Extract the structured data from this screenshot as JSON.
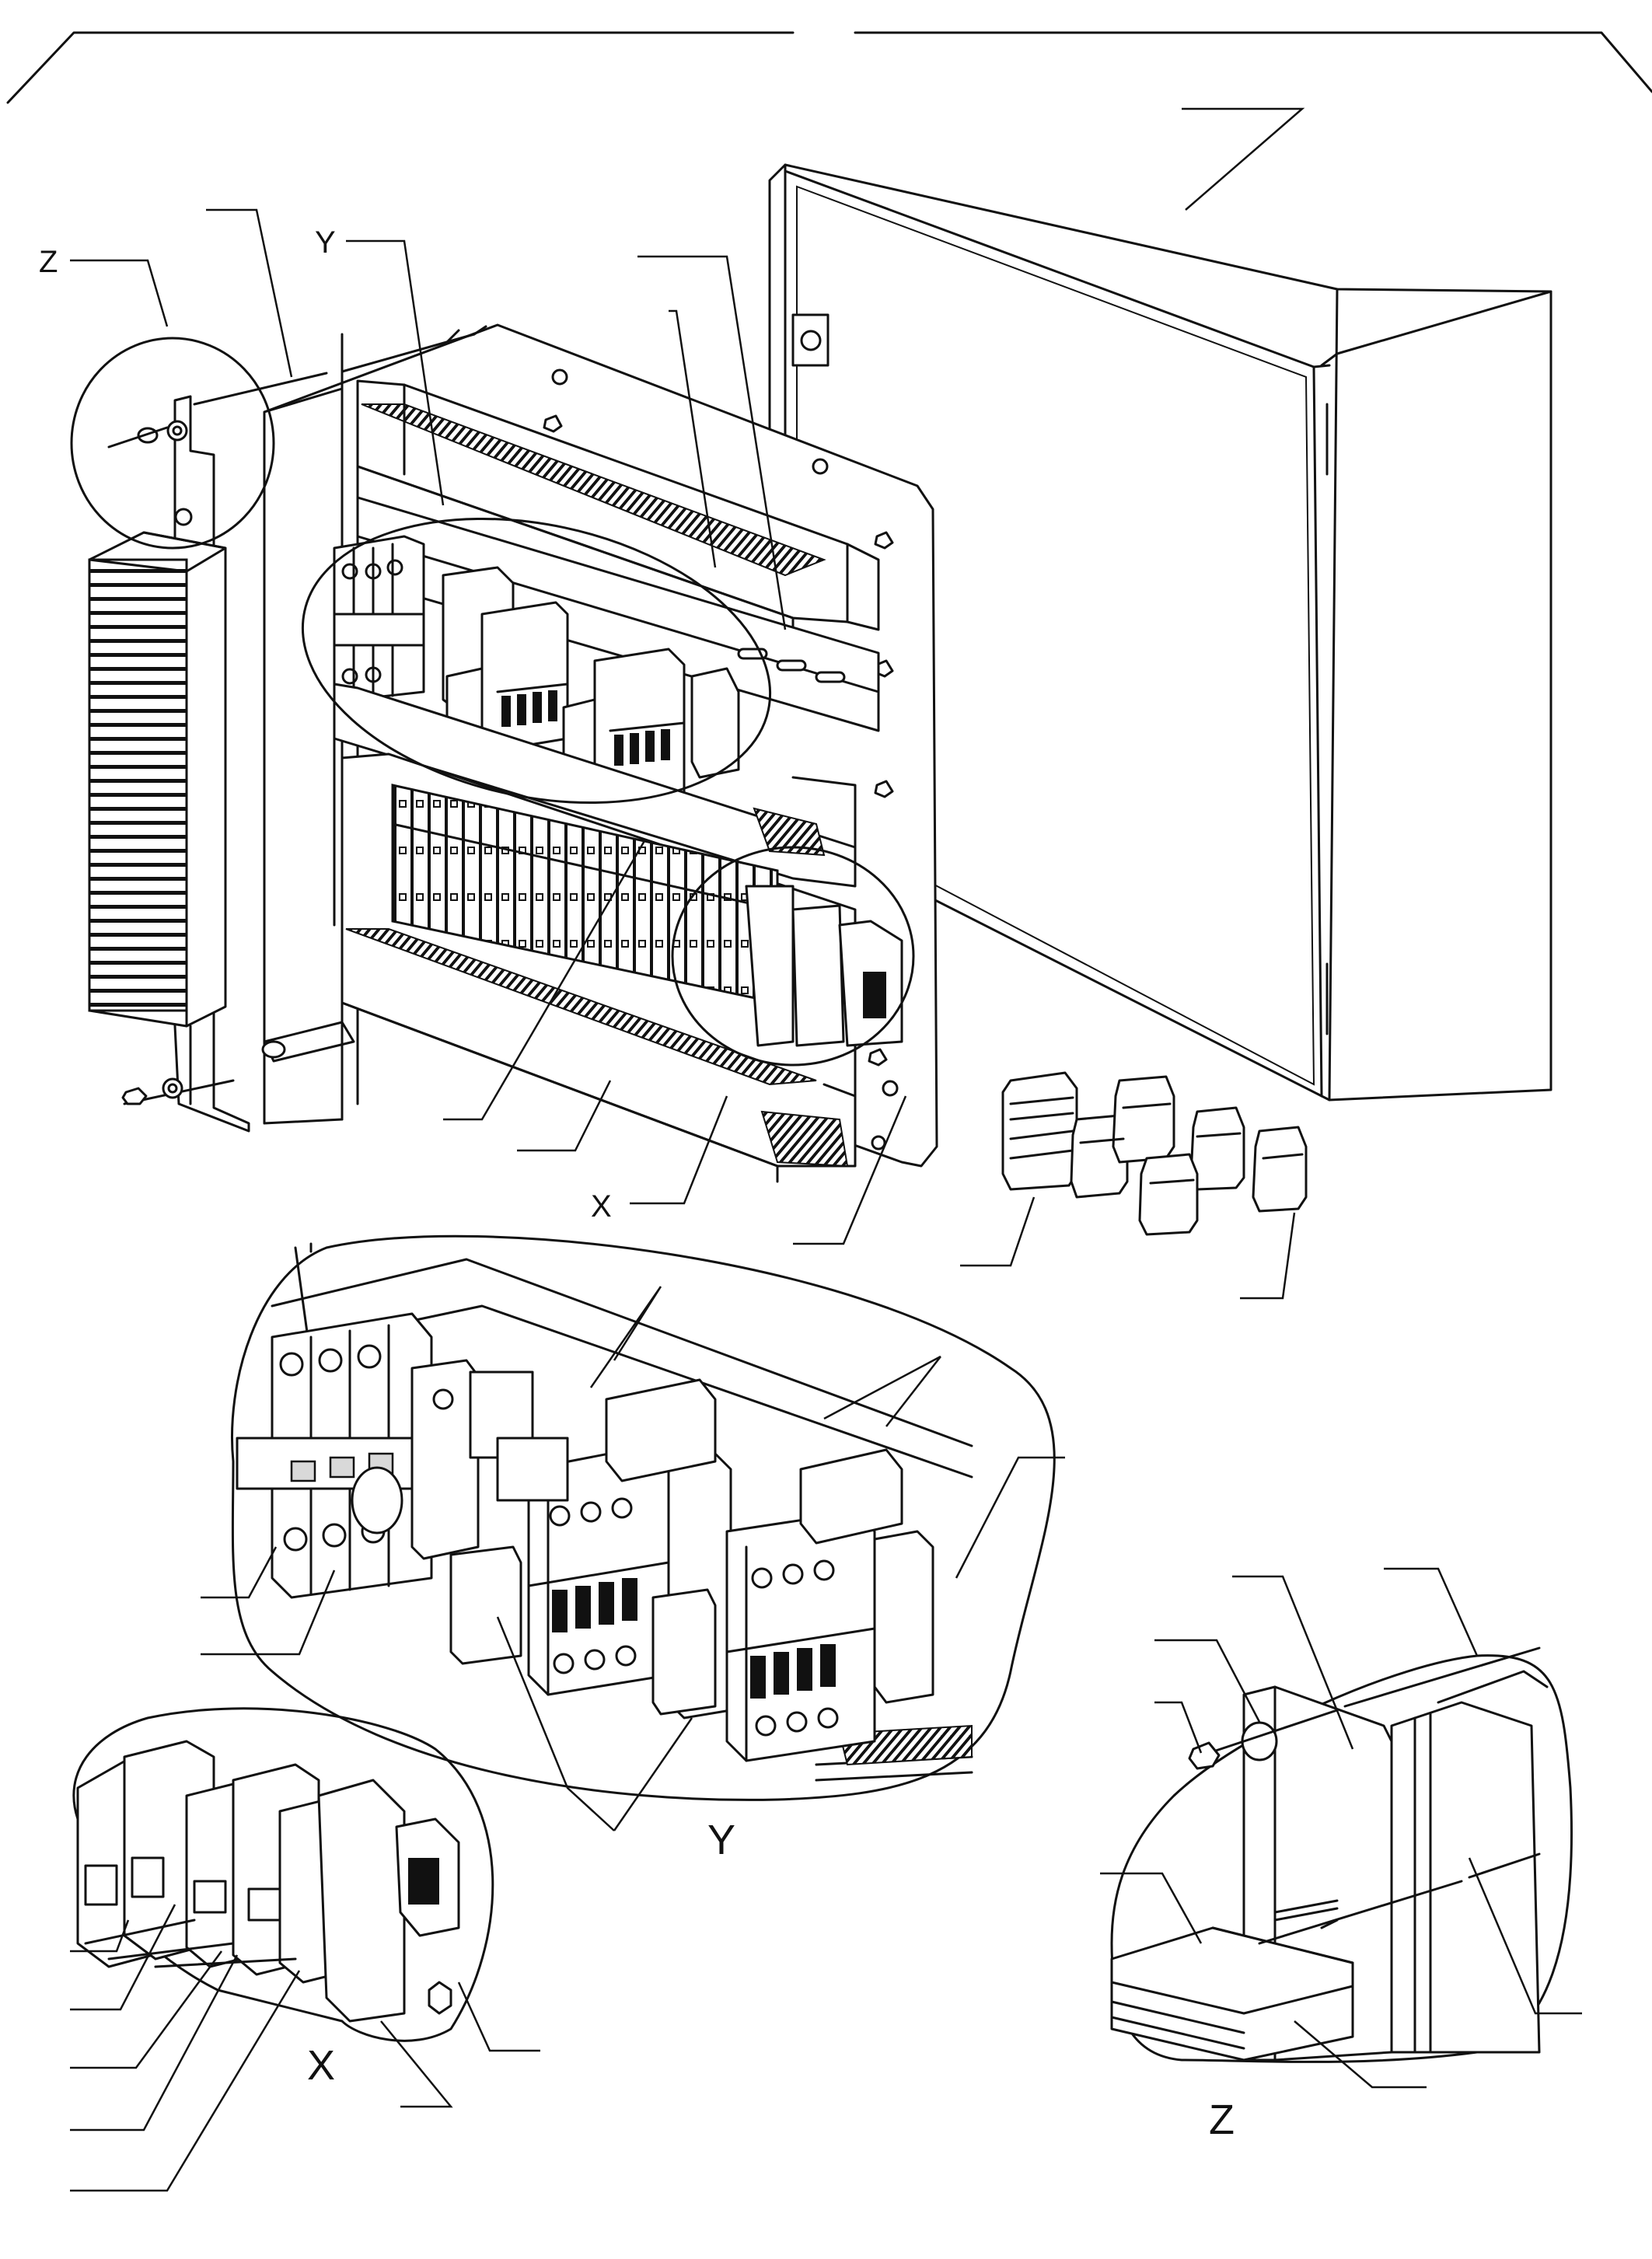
{
  "labels": {
    "z_callout": "Z",
    "y_callout": "Y",
    "x_callout": "X",
    "y_detail_title": "Y",
    "x_detail_title": "X",
    "z_detail_title": "Z"
  }
}
